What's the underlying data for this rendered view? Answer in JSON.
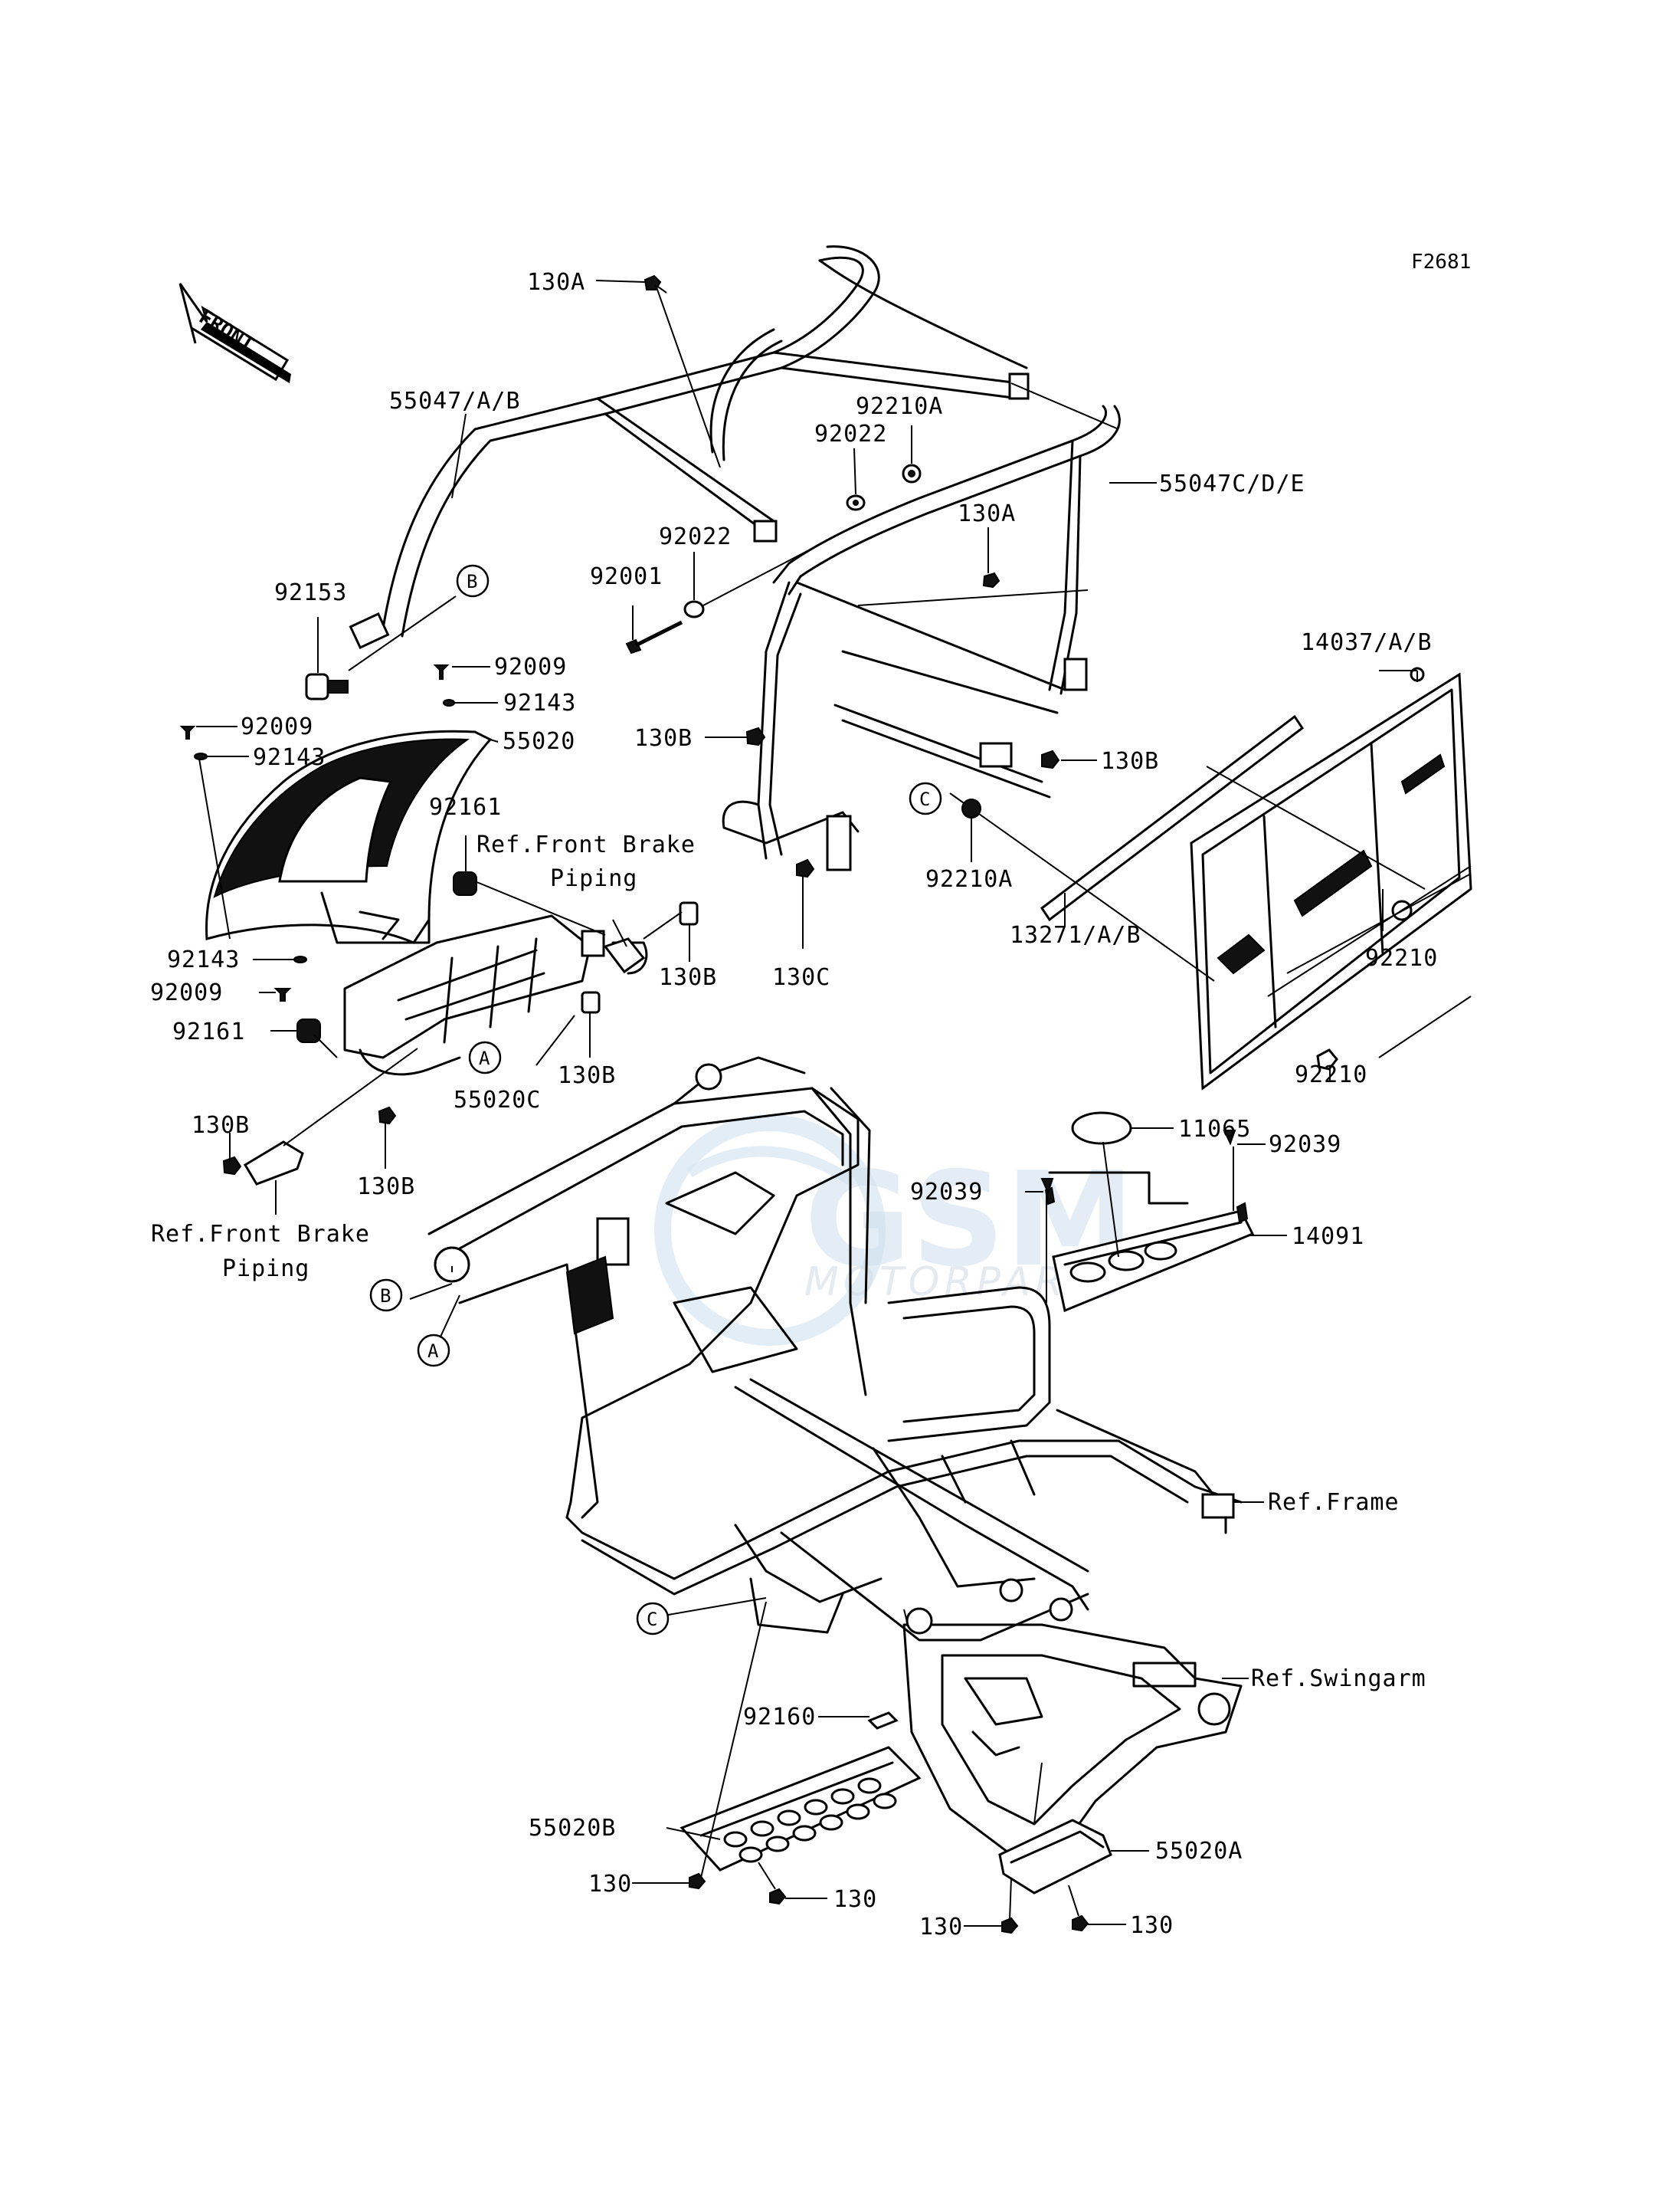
{
  "figure_code": "F2681",
  "front_label": "FRONT",
  "watermark": {
    "logo_text": "GSM",
    "sub_text": "MOTORPARTS"
  },
  "callouts": [
    {
      "id": "130A_top",
      "text": "130A"
    },
    {
      "id": "55047_ab",
      "text": "55047/A/B"
    },
    {
      "id": "92210A_top",
      "text": "92210A"
    },
    {
      "id": "92022_top",
      "text": "92022"
    },
    {
      "id": "55047_cde",
      "text": "55047C/D/E"
    },
    {
      "id": "130A_mid",
      "text": "130A"
    },
    {
      "id": "92022_mid",
      "text": "92022"
    },
    {
      "id": "92001",
      "text": "92001"
    },
    {
      "id": "92153",
      "text": "92153"
    },
    {
      "id": "92009_a",
      "text": "92009"
    },
    {
      "id": "92143_a",
      "text": "92143"
    },
    {
      "id": "92009_b",
      "text": "92009"
    },
    {
      "id": "92143_b",
      "text": "92143"
    },
    {
      "id": "55020",
      "text": "55020"
    },
    {
      "id": "14037",
      "text": "14037/A/B"
    },
    {
      "id": "130B_a",
      "text": "130B"
    },
    {
      "id": "130B_b",
      "text": "130B"
    },
    {
      "id": "92161_a",
      "text": "92161"
    },
    {
      "id": "ref_brake_1a",
      "text": "Ref.Front Brake"
    },
    {
      "id": "ref_brake_1b",
      "text": "Piping"
    },
    {
      "id": "92210A_mid",
      "text": "92210A"
    },
    {
      "id": "130B_c",
      "text": "130B"
    },
    {
      "id": "130C",
      "text": "130C"
    },
    {
      "id": "13271",
      "text": "13271/A/B"
    },
    {
      "id": "92210_a",
      "text": "92210"
    },
    {
      "id": "92143_c",
      "text": "92143"
    },
    {
      "id": "92009_c",
      "text": "92009"
    },
    {
      "id": "92161_b",
      "text": "92161"
    },
    {
      "id": "130B_d",
      "text": "130B"
    },
    {
      "id": "55020C",
      "text": "55020C"
    },
    {
      "id": "92210_b",
      "text": "92210"
    },
    {
      "id": "11065",
      "text": "11065"
    },
    {
      "id": "130B_e",
      "text": "130B"
    },
    {
      "id": "130B_f",
      "text": "130B"
    },
    {
      "id": "92039_a",
      "text": "92039"
    },
    {
      "id": "92039_b",
      "text": "92039"
    },
    {
      "id": "ref_brake_2a",
      "text": "Ref.Front Brake"
    },
    {
      "id": "ref_brake_2b",
      "text": "Piping"
    },
    {
      "id": "14091",
      "text": "14091"
    },
    {
      "id": "ref_frame",
      "text": "Ref.Frame"
    },
    {
      "id": "ref_swingarm",
      "text": "Ref.Swingarm"
    },
    {
      "id": "92160",
      "text": "92160"
    },
    {
      "id": "55020B",
      "text": "55020B"
    },
    {
      "id": "55020A",
      "text": "55020A"
    },
    {
      "id": "130_a",
      "text": "130"
    },
    {
      "id": "130_b",
      "text": "130"
    },
    {
      "id": "130_c",
      "text": "130"
    },
    {
      "id": "130_d",
      "text": "130"
    }
  ],
  "ref_markers": [
    {
      "id": "B_top",
      "text": "B"
    },
    {
      "id": "C_top",
      "text": "C"
    },
    {
      "id": "A_mid",
      "text": "A"
    },
    {
      "id": "B_low",
      "text": "B"
    },
    {
      "id": "A_low",
      "text": "A"
    },
    {
      "id": "C_low",
      "text": "C"
    }
  ]
}
